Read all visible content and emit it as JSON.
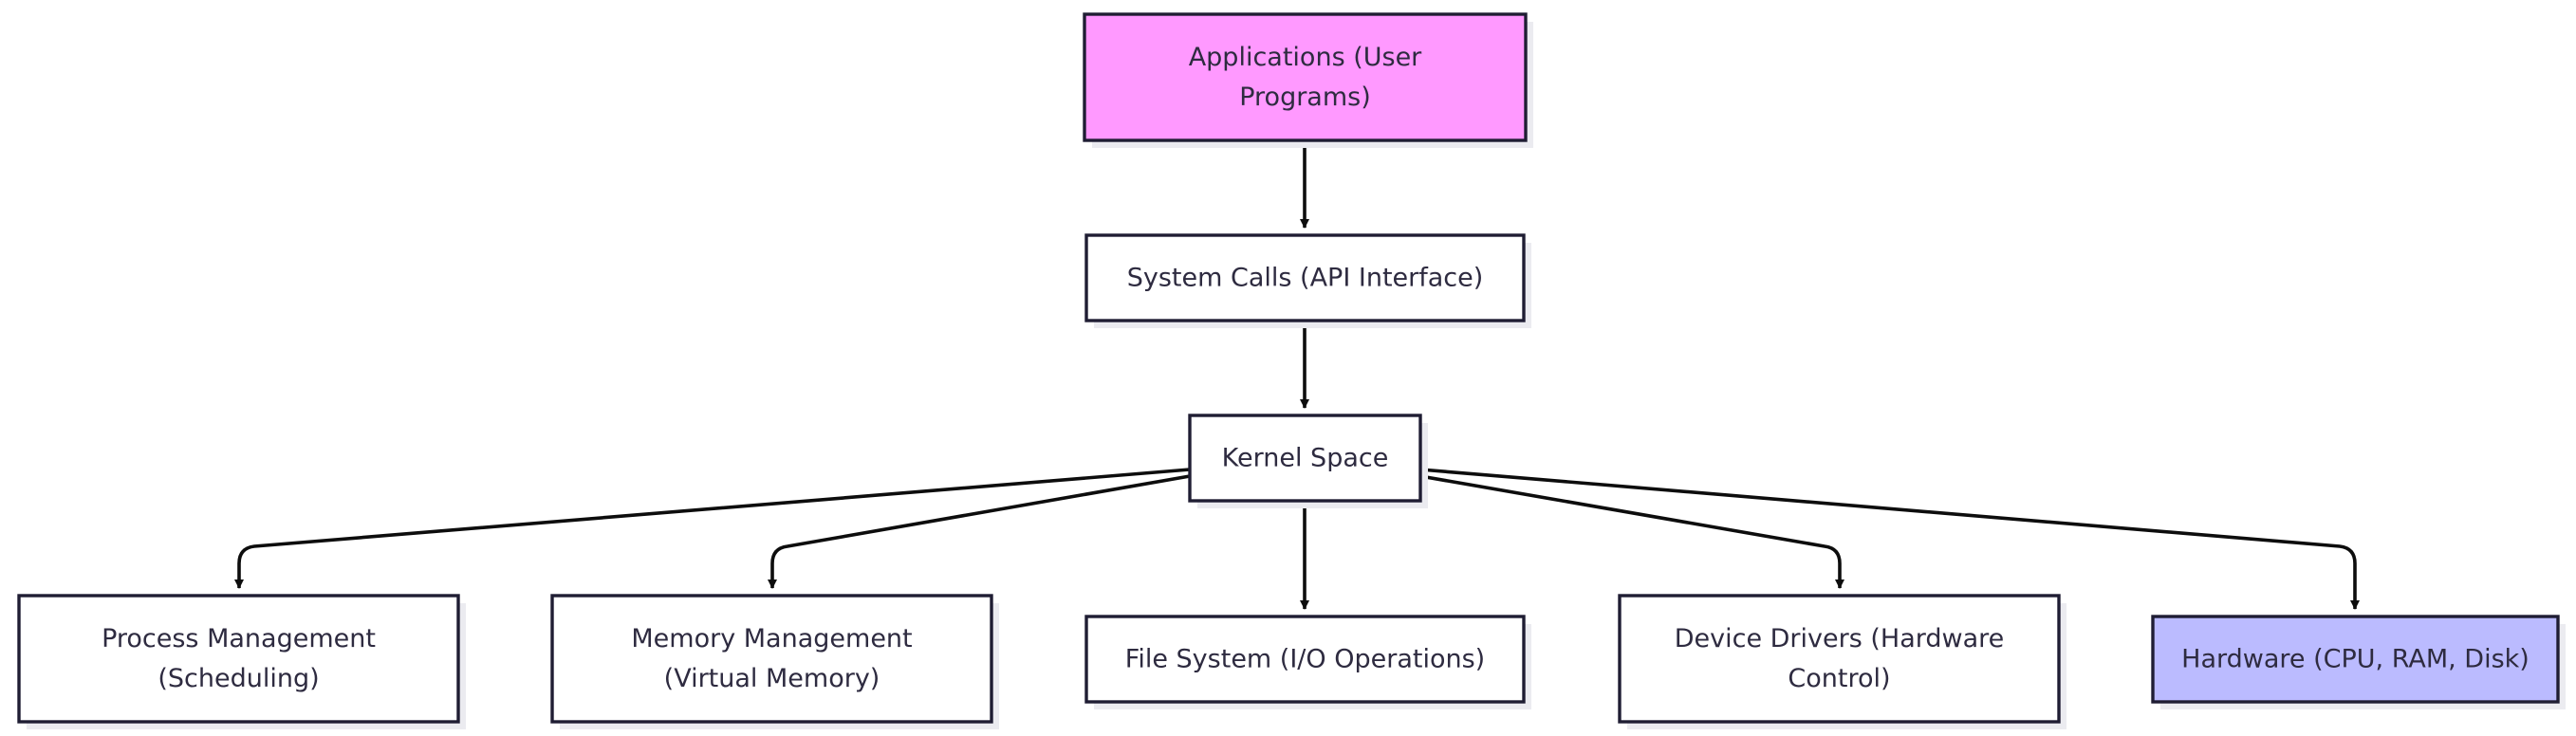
{
  "diagram": {
    "nodes": [
      {
        "id": "applications",
        "lines": [
          "Applications (User",
          "Programs)"
        ],
        "fill": "#ff99ff"
      },
      {
        "id": "system-calls",
        "lines": [
          "System Calls (API Interface)"
        ],
        "fill": "#ffffff"
      },
      {
        "id": "kernel-space",
        "lines": [
          "Kernel Space"
        ],
        "fill": "#ffffff"
      },
      {
        "id": "process-management",
        "lines": [
          "Process Management",
          "(Scheduling)"
        ],
        "fill": "#ffffff"
      },
      {
        "id": "memory-management",
        "lines": [
          "Memory Management",
          "(Virtual Memory)"
        ],
        "fill": "#ffffff"
      },
      {
        "id": "file-system",
        "lines": [
          "File System (I/O Operations)"
        ],
        "fill": "#ffffff"
      },
      {
        "id": "device-drivers",
        "lines": [
          "Device Drivers (Hardware",
          "Control)"
        ],
        "fill": "#ffffff"
      },
      {
        "id": "hardware",
        "lines": [
          "Hardware (CPU, RAM, Disk)"
        ],
        "fill": "#bbbbff"
      }
    ],
    "edges": [
      {
        "from": "applications",
        "to": "system-calls"
      },
      {
        "from": "system-calls",
        "to": "kernel-space"
      },
      {
        "from": "kernel-space",
        "to": "process-management"
      },
      {
        "from": "kernel-space",
        "to": "memory-management"
      },
      {
        "from": "kernel-space",
        "to": "file-system"
      },
      {
        "from": "kernel-space",
        "to": "device-drivers"
      },
      {
        "from": "kernel-space",
        "to": "hardware"
      }
    ],
    "colors": {
      "stroke": "#1f1d33",
      "edge": "#0d0d0d",
      "text": "#2e2b40"
    }
  }
}
